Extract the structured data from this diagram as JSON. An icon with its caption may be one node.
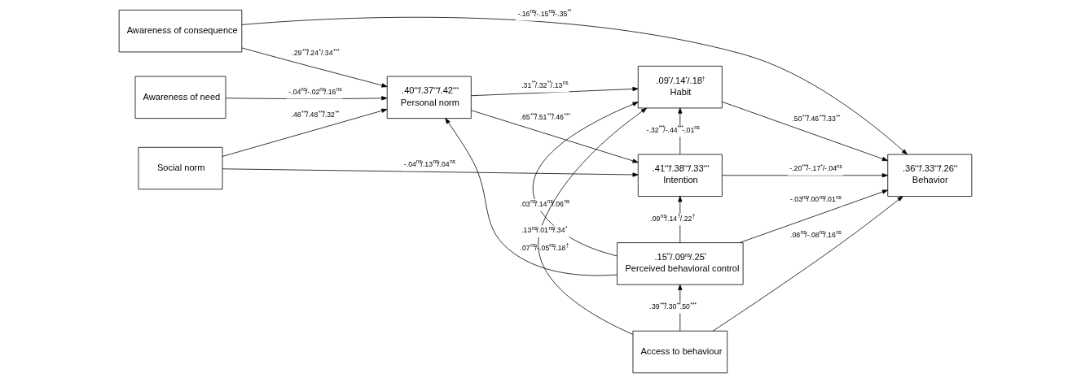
{
  "diagram": {
    "nodes": [
      {
        "text": [
          "Social norm"
        ]
      },
      {
        "text": [
          "Awareness of need"
        ]
      },
      {
        "text": [
          "Awareness of consequence"
        ]
      },
      {
        "text": [
          ".40$^{***}$/.37$^{***}$/.42$^{***}$",
          "Personal norm"
        ]
      },
      {
        "text": [
          ".09$^{*}$/.14$^{*}$/.18$^{†}$",
          "Habit"
        ]
      },
      {
        "text": [
          ".41$^{***}$/.38$^{***}$/.33$^{***}$",
          "Intention"
        ]
      },
      {
        "text": [
          ".15$^{**}$/.09$^{ns}$/.25$^{*}$",
          "Perceived behavioral control"
        ]
      },
      {
        "text": [
          "Access to behaviour"
        ]
      },
      {
        "text": [
          ".36$^{***}$/.33$^{***}$/.26$^{**}$",
          "Behavior"
        ]
      }
    ],
    "edges": [
      {
        "from": 0,
        "to": 5,
        "arrow": "to",
        "label": "-.04$^{ns}$/.13$^{ns}$/.04$^{ns}$"
      },
      {
        "from": 0,
        "to": 3,
        "arrow": "to",
        "label": ".48$^{***}$/.48$^{***}$/.32$^{**}$"
      },
      {
        "from": 1,
        "to": 3,
        "arrow": "to",
        "label": "-.04$^{ns}$/-.02$^{ns}$/.16$^{ns}$"
      },
      {
        "from": 2,
        "to": 3,
        "arrow": "to",
        "label": ".29$^{***}$/.24$^{*}$/.34$^{***}$"
      },
      {
        "from": 3,
        "to": 4,
        "arrow": "to",
        "label": ".31$^{**}$/.32$^{**}$/.13$^{ns}$"
      },
      {
        "from": 3,
        "to": 5,
        "arrow": "to",
        "label": ".65$^{***}$/.51$^{***}$/.46$^{***}$"
      },
      {
        "from": 6,
        "to": 3,
        "arrow": "to",
        "label": ".07$^{ns}$/-.05$^{ns}$/.18$^{†}$"
      },
      {
        "from": 6,
        "to": 4,
        "arrow": "to",
        "label": ".03$^{ns}$/.14$^{ns}$/.06$^{ns}$"
      },
      {
        "from": 7,
        "to": 4,
        "arrow": "to",
        "label": ".13$^{ns}$/.01$^{ns}$/.34$^{*}$"
      },
      {
        "from": 5,
        "to": 4,
        "arrow": "to",
        "label": "-.32$^{***}$/-.44$^{***}$-.01$^{ns}$"
      },
      {
        "from": 6,
        "to": 5,
        "arrow": "to",
        "label": ".09$^{ns}$/.14$^{†}$/.22$^{†}$"
      },
      {
        "from": 7,
        "to": 6,
        "arrow": "to",
        "label": ".39$^{***}$/.30$^{**}$.50$^{***}$"
      },
      {
        "from": 4,
        "to": 8,
        "arrow": "to",
        "label": ".50$^{***}$/.46$^{***}$/.33$^{**}$"
      },
      {
        "from": 5,
        "to": 8,
        "arrow": "to",
        "label": "-.20$^{***}$/-.17$^{*}$/-.04$^{ns}$"
      },
      {
        "from": 6,
        "to": 8,
        "arrow": "to",
        "label": "-.03$^{ns}$/.00$^{ns}$/.01$^{ns}$"
      },
      {
        "from": 7,
        "to": 8,
        "arrow": "to",
        "label": ".08$^{ns}$/-.08$^{ns}$/.16$^{ns}$"
      },
      {
        "from": 2,
        "to": 8,
        "arrow": "to",
        "label": "-.16$^{ns}$/-.15$^{ns}$/-.35$^{**}$"
      }
    ]
  }
}
